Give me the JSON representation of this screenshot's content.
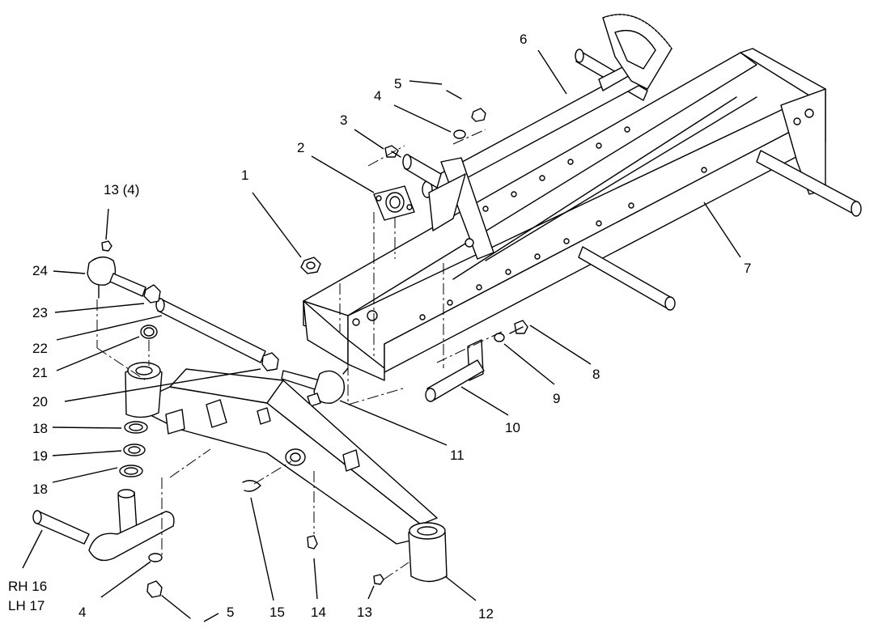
{
  "callouts": [
    {
      "id": "c1",
      "text": "1"
    },
    {
      "id": "c2",
      "text": "2"
    },
    {
      "id": "c3",
      "text": "3"
    },
    {
      "id": "c4a",
      "text": "4"
    },
    {
      "id": "c5a",
      "text": "5"
    },
    {
      "id": "c6",
      "text": "6"
    },
    {
      "id": "c7",
      "text": "7"
    },
    {
      "id": "c8",
      "text": "8"
    },
    {
      "id": "c9",
      "text": "9"
    },
    {
      "id": "c10",
      "text": "10"
    },
    {
      "id": "c11",
      "text": "11"
    },
    {
      "id": "c12",
      "text": "12"
    },
    {
      "id": "c13a",
      "text": "13 (4)"
    },
    {
      "id": "c13b",
      "text": "13"
    },
    {
      "id": "c14",
      "text": "14"
    },
    {
      "id": "c15",
      "text": "15"
    },
    {
      "id": "c16",
      "text": "RH 16"
    },
    {
      "id": "c17",
      "text": "LH 17"
    },
    {
      "id": "c18a",
      "text": "18"
    },
    {
      "id": "c18b",
      "text": "18"
    },
    {
      "id": "c19",
      "text": "19"
    },
    {
      "id": "c20",
      "text": "20"
    },
    {
      "id": "c21",
      "text": "21"
    },
    {
      "id": "c22",
      "text": "22"
    },
    {
      "id": "c23",
      "text": "23"
    },
    {
      "id": "c24",
      "text": "24"
    },
    {
      "id": "c4b",
      "text": "4"
    },
    {
      "id": "c5b",
      "text": "5"
    }
  ]
}
